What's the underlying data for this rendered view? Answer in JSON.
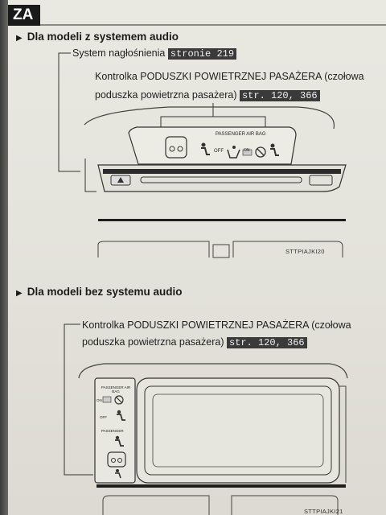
{
  "section_tab": "ZA",
  "with_audio": {
    "heading": "Dla modeli z systemem audio",
    "audio_label": "System nagłośnienia",
    "audio_ref": "stronie 219",
    "airbag_label_line1": "Kontrolka PODUSZKI POWIETRZNEJ PASAŻERA (czołowa",
    "airbag_label_line2": "poduszka powietrzna pasażera)",
    "airbag_ref": "str. 120, 366",
    "panel_title": "PASSENGER AIR BAG",
    "panel_off": "OFF",
    "panel_on": "ON",
    "figure_code": "STTPIAJKI20"
  },
  "without_audio": {
    "heading": "Dla modeli bez systemu audio",
    "airbag_label_line1": "Kontrolka PODUSZKI POWIETRZNEJ PASAŻERA (czołowa",
    "airbag_label_line2": "poduszka powietrzna pasażera)",
    "airbag_ref": "str. 120, 366",
    "panel_top": "PASSENGER AIR BAG",
    "panel_on": "ON",
    "panel_off": "OFF",
    "panel_bottom": "PASSENGER",
    "figure_code": "STTPIAJKI21"
  }
}
